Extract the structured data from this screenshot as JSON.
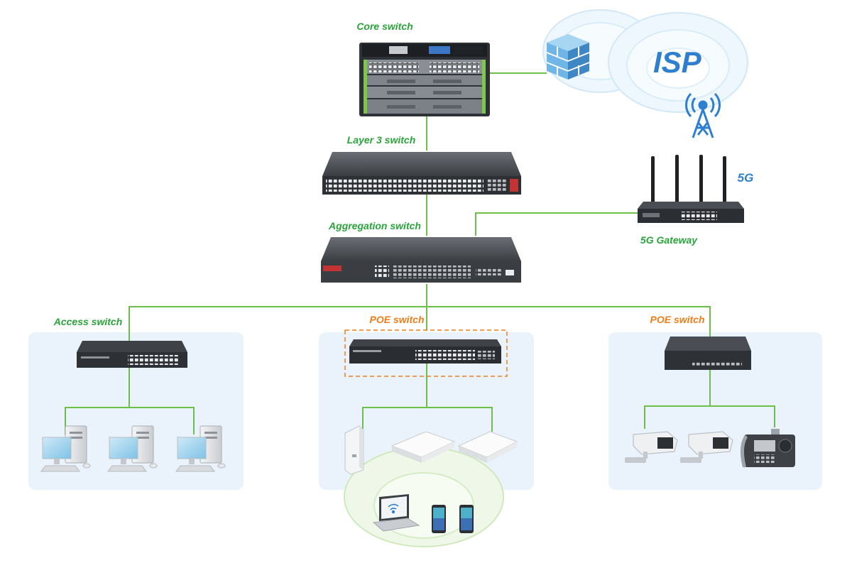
{
  "labels": {
    "core_switch": "Core switch",
    "layer3_switch": "Layer 3 switch",
    "aggregation_switch": "Aggregation switch",
    "access_switch": "Access switch",
    "poe_switch_middle": "POE switch",
    "poe_switch_right": "POE switch",
    "gateway": "5G Gateway",
    "isp": "ISP",
    "fiveg_badge": "5G"
  },
  "colors": {
    "link": "#6cc04a",
    "label_green": "#2aa43a",
    "label_orange": "#ee7d1c",
    "isp_blue": "#2f7fd0",
    "cloud": "#d6ecfb",
    "zone_bg": "#eaf3fb",
    "device_dark": "#3c4046"
  },
  "icons": [
    "firewall-icon",
    "cell-tower-icon",
    "desktop-pc-icon",
    "access-point-icon",
    "ip-camera-icon",
    "ip-phone-icon",
    "laptop-icon",
    "smartphone-icon",
    "wifi-icon"
  ]
}
